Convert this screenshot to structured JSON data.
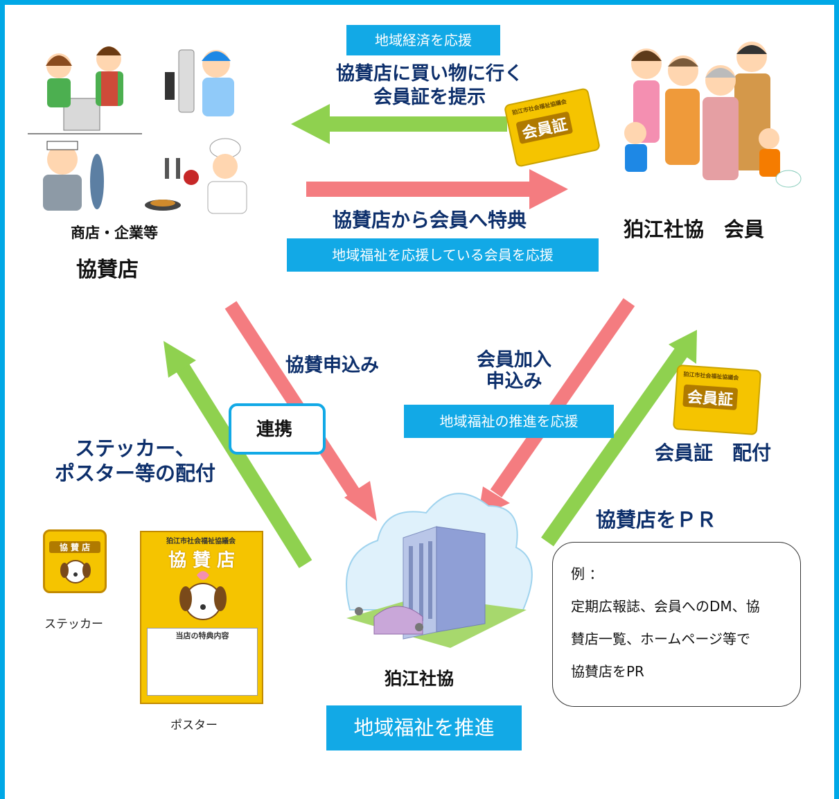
{
  "top": {
    "tag": "地域経済を応援",
    "line1": "協賛店に買い物に行く",
    "line2": "会員証を提示"
  },
  "middle": {
    "benefit": "協賛店から会員へ特典",
    "benefit_tag": "地域福祉を応援している会員を応援"
  },
  "sponsor": {
    "caption": "商店・企業等",
    "name": "協賛店"
  },
  "member": {
    "name": "狛江社協　会員"
  },
  "flows": {
    "sponsor_apply": "協賛申込み",
    "member_apply_1": "会員加入",
    "member_apply_2": "申込み",
    "member_apply_tag": "地域福祉の推進を応援",
    "collab": "連携",
    "distribute_1": "ステッカー、",
    "distribute_2": "ポスター等の配付",
    "card_distribute": "会員証　配付",
    "pr": "協賛店をＰＲ"
  },
  "materials": {
    "sticker_label": "ステッカー",
    "poster_label": "ポスター",
    "sticker_title": "協 賛 店",
    "poster_org": "狛江市社会福祉協議会",
    "poster_title": "協 賛 店",
    "poster_benefit_heading": "当店の特典内容"
  },
  "card": {
    "brand": "狛江市社会福祉協議会",
    "title": "会員証"
  },
  "center": {
    "name": "狛江社協",
    "tag": "地域福祉を推進"
  },
  "example": {
    "heading": "例 ：",
    "line1": "定期広報誌、会員へのDM、協",
    "line2": "賛店一覧、ホームページ等で",
    "line3": "協賛店をPR"
  },
  "colors": {
    "border": "#00a8e6",
    "tag_bg": "#12a9e6",
    "arrow_green": "#8fd14f",
    "arrow_pink": "#f47c80",
    "heading_navy": "#0d2f6b"
  }
}
